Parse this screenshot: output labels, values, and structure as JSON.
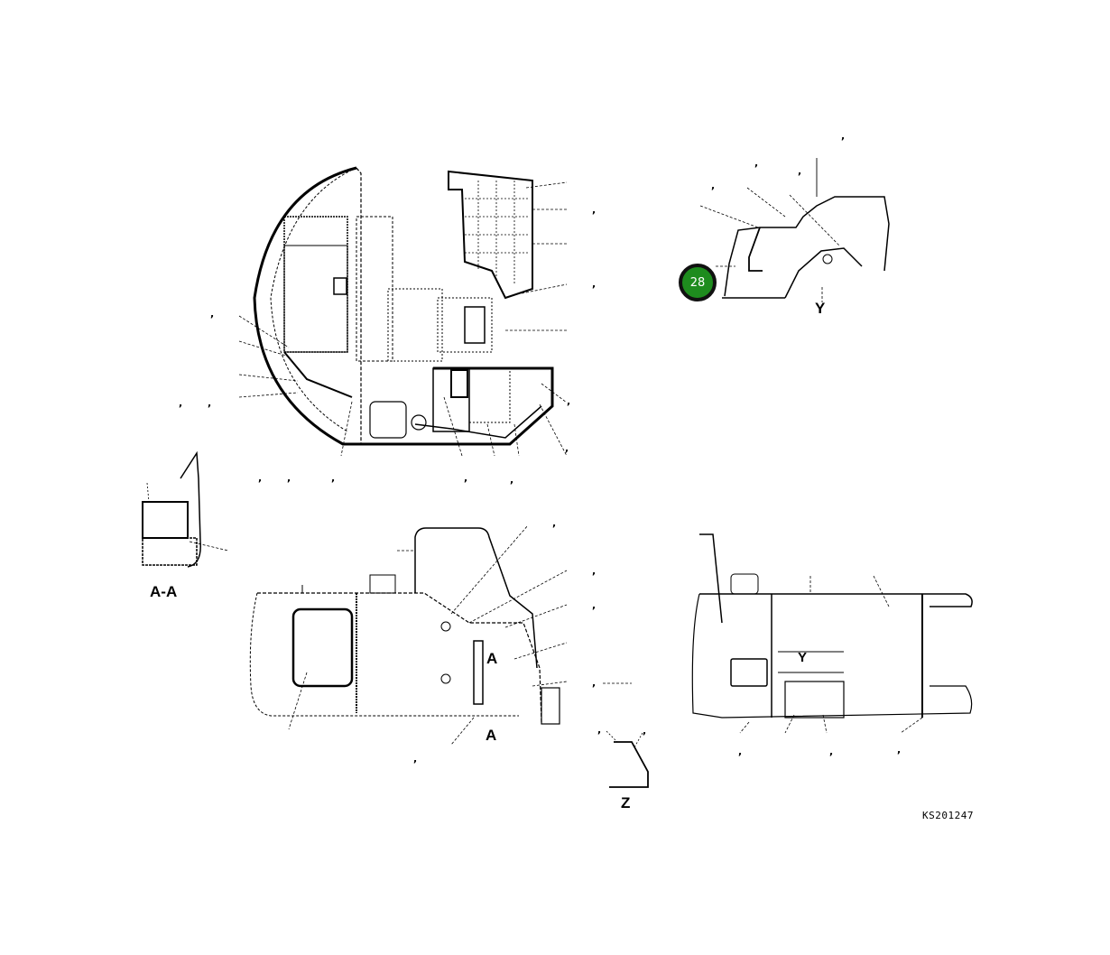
{
  "diagram": {
    "type": "parts-assembly-drawing",
    "document_code": "KS201247",
    "callout_badge": {
      "number": "28",
      "fill": "#1e8c1e",
      "border": "#111111"
    },
    "views": {
      "top_view": {
        "label": ""
      },
      "side_view_left": {
        "label": ""
      },
      "section_a_a": {
        "label": "A-A"
      },
      "detail_y": {
        "label": "Y"
      },
      "side_view_right": {
        "label": "",
        "arrow_label": "Y"
      },
      "detail_z": {
        "label": "Z"
      }
    },
    "section_markers": {
      "upper": "A",
      "lower": "A"
    },
    "leader_ticks": [
      ",",
      ",",
      ",",
      ",",
      ",",
      ",",
      ",",
      ",",
      ",",
      ",",
      ",",
      ",",
      ",",
      ",",
      ",",
      ",",
      ",",
      ",",
      ",",
      ",",
      ",",
      ",",
      ",",
      ",",
      ",",
      ","
    ],
    "colors": {
      "line": "#000000",
      "background": "#ffffff",
      "accent": "#1e8c1e"
    }
  }
}
